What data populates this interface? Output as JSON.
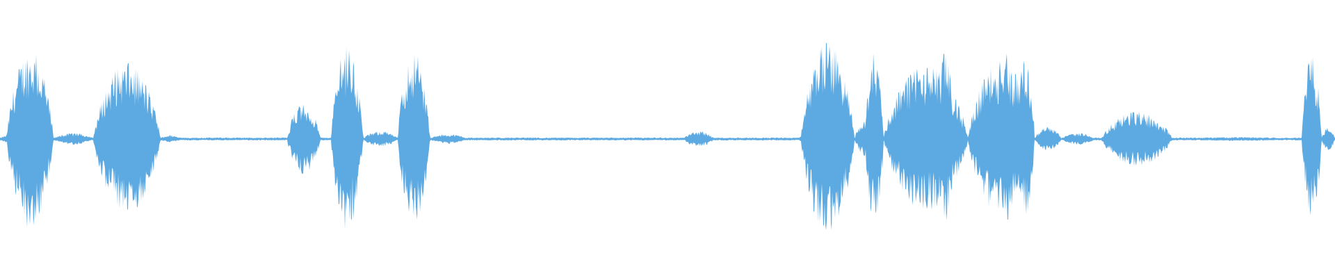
{
  "waveform": {
    "color": "#5DAAE2",
    "peak_scale": 1.0,
    "segments": [
      {
        "start": 0.0,
        "end": 0.012,
        "amp": 0.04
      },
      {
        "start": 0.005,
        "end": 0.04,
        "amp": 0.92
      },
      {
        "start": 0.04,
        "end": 0.07,
        "amp": 0.06
      },
      {
        "start": 0.07,
        "end": 0.12,
        "amp": 0.78
      },
      {
        "start": 0.12,
        "end": 0.135,
        "amp": 0.04
      },
      {
        "start": 0.215,
        "end": 0.24,
        "amp": 0.36
      },
      {
        "start": 0.248,
        "end": 0.272,
        "amp": 0.95
      },
      {
        "start": 0.272,
        "end": 0.298,
        "amp": 0.08
      },
      {
        "start": 0.298,
        "end": 0.322,
        "amp": 0.9
      },
      {
        "start": 0.322,
        "end": 0.35,
        "amp": 0.05
      },
      {
        "start": 0.512,
        "end": 0.535,
        "amp": 0.08
      },
      {
        "start": 0.598,
        "end": 0.612,
        "amp": 0.05
      },
      {
        "start": 0.6,
        "end": 0.64,
        "amp": 0.99
      },
      {
        "start": 0.64,
        "end": 0.662,
        "amp": 0.2
      },
      {
        "start": 0.648,
        "end": 0.662,
        "amp": 0.92
      },
      {
        "start": 0.662,
        "end": 0.725,
        "amp": 0.75
      },
      {
        "start": 0.7,
        "end": 0.715,
        "amp": 0.88
      },
      {
        "start": 0.725,
        "end": 0.775,
        "amp": 0.8
      },
      {
        "start": 0.748,
        "end": 0.76,
        "amp": 0.88
      },
      {
        "start": 0.76,
        "end": 0.775,
        "amp": 0.85
      },
      {
        "start": 0.775,
        "end": 0.795,
        "amp": 0.12
      },
      {
        "start": 0.795,
        "end": 0.82,
        "amp": 0.06
      },
      {
        "start": 0.825,
        "end": 0.878,
        "amp": 0.28
      },
      {
        "start": 0.878,
        "end": 0.975,
        "amp": 0.02
      },
      {
        "start": 0.975,
        "end": 0.99,
        "amp": 0.85
      },
      {
        "start": 0.99,
        "end": 1.0,
        "amp": 0.12
      }
    ]
  }
}
